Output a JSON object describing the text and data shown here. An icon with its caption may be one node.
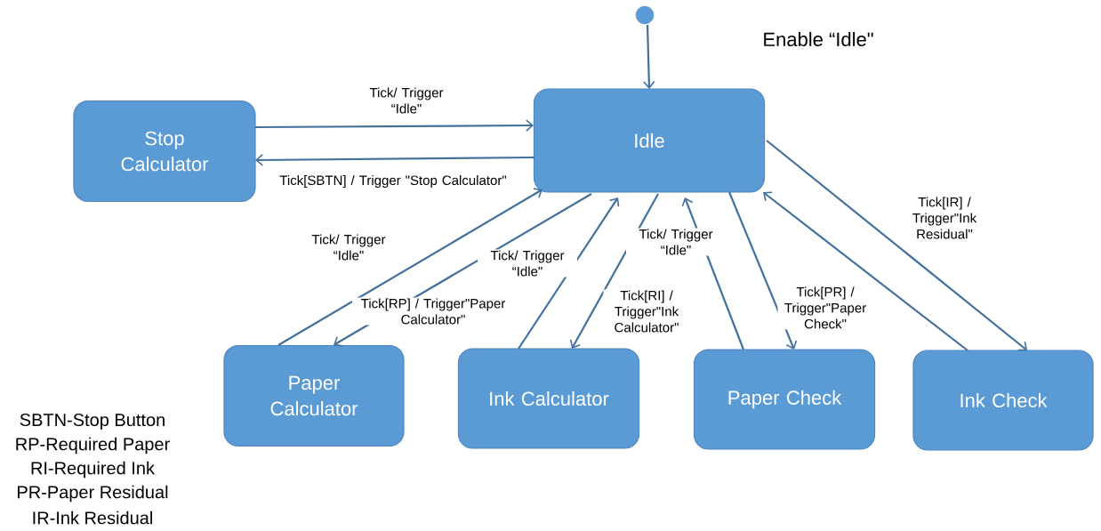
{
  "diagram": {
    "nodes": [
      {
        "text": [],
        "shape": "circle"
      },
      {
        "text": [
          "Idle"
        ]
      },
      {
        "text": [
          "Stop Calculator"
        ]
      },
      {
        "text": [
          "Paper Calculator"
        ]
      },
      {
        "text": [
          "Ink Calculator"
        ]
      },
      {
        "text": [
          "Paper Check"
        ]
      },
      {
        "text": [
          "Ink Check"
        ]
      }
    ],
    "edges": [
      {
        "from": 0,
        "to": 1,
        "arrow": "to"
      },
      {
        "from": 2,
        "to": 1,
        "arrow": "to",
        "label": "Tick/ Trigger “Idle\""
      },
      {
        "from": 1,
        "to": 2,
        "arrow": "to",
        "label": "Tick[SBTN] / Trigger \"Stop Calculator\""
      },
      {
        "from": 3,
        "to": 1,
        "arrow": "to",
        "label": "Tick/ Trigger “Idle\""
      },
      {
        "from": 1,
        "to": 3,
        "arrow": "to",
        "label": "Tick[RP] / Trigger\"Paper Calculator\""
      },
      {
        "from": 4,
        "to": 1,
        "arrow": "to",
        "label": "Tick/ Trigger “Idle\""
      },
      {
        "from": 1,
        "to": 4,
        "arrow": "to",
        "label": "Tick[RI] / Trigger\"Ink Calculator\""
      },
      {
        "from": 5,
        "to": 1,
        "arrow": "to",
        "label": "Tick/ Trigger “Idle\""
      },
      {
        "from": 1,
        "to": 5,
        "arrow": "to",
        "label": "Tick[PR] / Trigger\"Paper Check\""
      },
      {
        "from": 6,
        "to": 1,
        "arrow": "to"
      },
      {
        "from": 1,
        "to": 6,
        "arrow": "to",
        "label": "Tick[IR] / Trigger\"Ink Residual\""
      }
    ],
    "labels": [
      "Enable “Idle\"",
      "SBTN-Stop Button",
      "RP-Required Paper",
      "RI-Required Ink",
      "PR-Paper Residual",
      "IR-Ink Residual"
    ]
  }
}
